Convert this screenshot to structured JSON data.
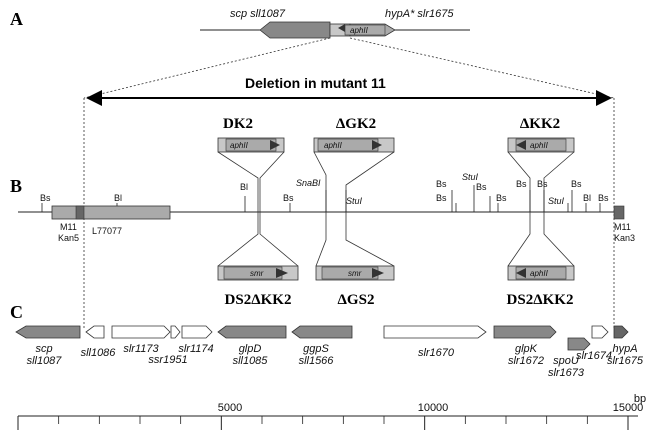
{
  "panels": {
    "a": "A",
    "b": "B",
    "c": "C"
  },
  "panel_a": {
    "scp_label": "scp sll1087",
    "hypa_label": "hypA* slr1675",
    "cassette": "aphII"
  },
  "deletion_label": "Deletion in mutant 11",
  "insertions_top": [
    "DK2",
    "ΔGK2",
    "ΔKK2"
  ],
  "insertions_bottom": [
    "DS2ΔKK2",
    "ΔGS2",
    "DS2ΔKK2"
  ],
  "cassettes_top": [
    "aphII",
    "aphII",
    "aphII"
  ],
  "cassettes_bottom": [
    "smr",
    "smr",
    "aphII"
  ],
  "sites": {
    "bs": "Bs",
    "bl": "Bl",
    "snabi": "SnaBI",
    "stui": "StuI"
  },
  "markers": {
    "m11_left": "M11",
    "kan5": "Kan5",
    "l77077": "L77077",
    "m11_right": "M11",
    "kan3": "Kan3"
  },
  "genes": [
    {
      "name": "scp",
      "sub": "sll1087"
    },
    {
      "name": "sll1086",
      "sub": ""
    },
    {
      "name": "slr1173",
      "sub": ""
    },
    {
      "name": "ssr1951",
      "sub": ""
    },
    {
      "name": "slr1174",
      "sub": ""
    },
    {
      "name": "glpD",
      "sub": "sll1085"
    },
    {
      "name": "ggpS",
      "sub": "sll1566"
    },
    {
      "name": "slr1670",
      "sub": ""
    },
    {
      "name": "glpK",
      "sub": "slr1672"
    },
    {
      "name": "slr1674",
      "sub": ""
    },
    {
      "name": "spoU",
      "sub": "slr1673"
    },
    {
      "name": "hypA",
      "sub": "slr1675"
    }
  ],
  "scale": {
    "ticks": [
      "5000",
      "10000",
      "15000"
    ],
    "unit": "bp"
  },
  "colors": {
    "grey": "#888888",
    "light": "#c8c8c8",
    "white": "#ffffff",
    "line": "#222222"
  }
}
